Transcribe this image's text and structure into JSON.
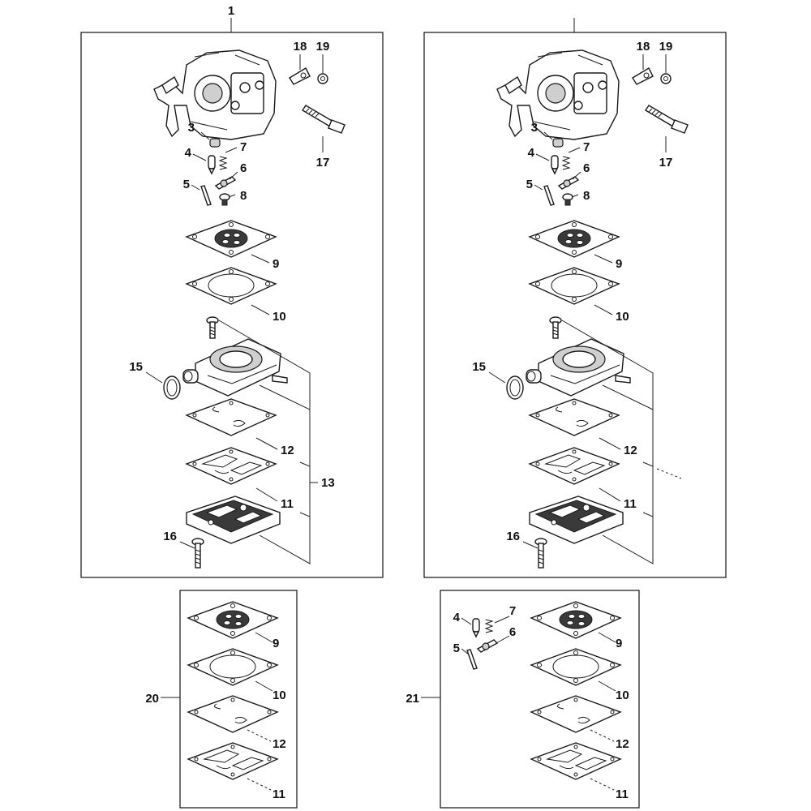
{
  "labels": {
    "p1": "1",
    "p3": "3",
    "p4": "4",
    "p5": "5",
    "p6": "6",
    "p7": "7",
    "p8": "8",
    "p9": "9",
    "p10": "10",
    "p11": "11",
    "p12": "12",
    "p13": "13",
    "p15": "15",
    "p16": "16",
    "p17": "17",
    "p18": "18",
    "p19": "19",
    "p20": "20",
    "p21": "21"
  },
  "colors": {
    "line": "#222222",
    "part_fill": "#ffffff",
    "shade": "#cfcfcf"
  }
}
